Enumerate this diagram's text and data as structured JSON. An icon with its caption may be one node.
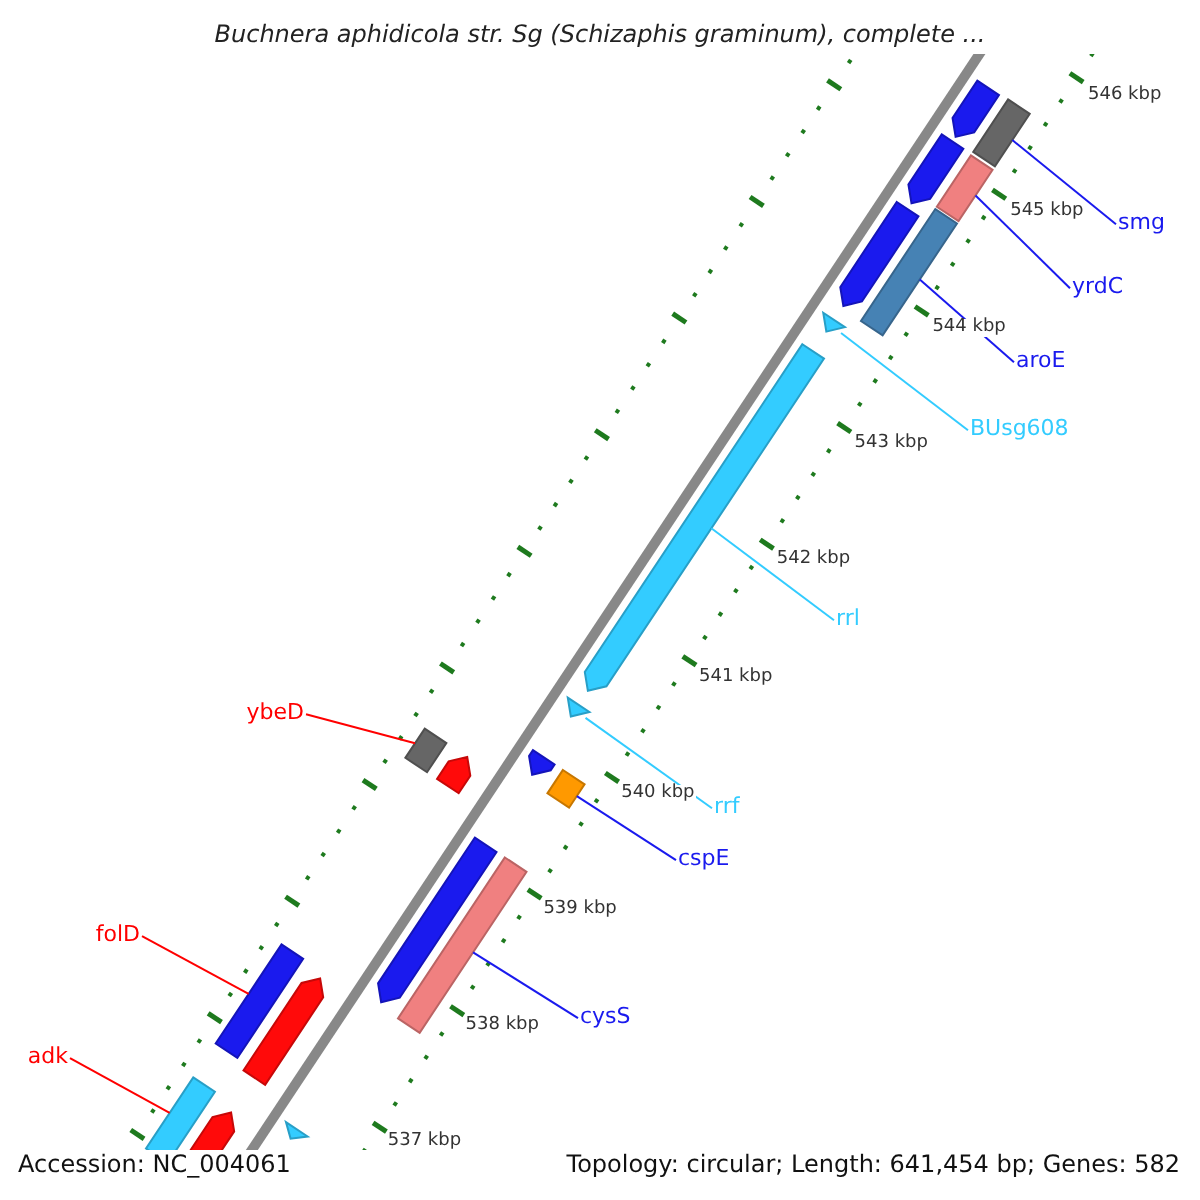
{
  "diagram": {
    "title": "Buchnera aphidicola str. Sg (Schizaphis graminum), complete ...",
    "nodes": [
      {
        "text": [
          "smg"
        ]
      },
      {
        "text": [
          "yrdC"
        ]
      },
      {
        "text": [
          "aroE"
        ]
      },
      {
        "text": [
          "BUsg608"
        ]
      },
      {
        "text": [
          "rrl"
        ]
      },
      {
        "text": [
          "ybeD"
        ]
      },
      {
        "text": [
          "rrf"
        ]
      },
      {
        "text": [
          "cspE"
        ]
      },
      {
        "text": [
          "cysS"
        ]
      },
      {
        "text": [
          "folD"
        ]
      },
      {
        "text": [
          "adk"
        ]
      },
      {
        "text": [],
        "shape": "bar"
      },
      {
        "text": [],
        "shape": "bar"
      },
      {
        "text": [],
        "shape": "bar"
      },
      {
        "text": [],
        "shape": "bar"
      },
      {
        "text": [],
        "shape": "bar"
      },
      {
        "text": [],
        "shape": "bar"
      },
      {
        "text": [],
        "shape": "bar"
      },
      {
        "text": [],
        "shape": "bar"
      },
      {
        "text": [],
        "shape": "bar"
      },
      {
        "text": [],
        "shape": "bar"
      },
      {
        "text": [],
        "shape": "bar"
      }
    ],
    "edges": [
      {
        "from": 0,
        "to": 11,
        "arrow": "none"
      },
      {
        "from": 1,
        "to": 12,
        "arrow": "none"
      },
      {
        "from": 2,
        "to": 13,
        "arrow": "none"
      },
      {
        "from": 3,
        "to": 14,
        "arrow": "none",
        "color": "#33ccff"
      },
      {
        "from": 4,
        "to": 15,
        "arrow": "none",
        "color": "#33ccff"
      },
      {
        "from": 5,
        "to": 16,
        "arrow": "none",
        "color": "#ff0000"
      },
      {
        "from": 6,
        "to": 17,
        "arrow": "none",
        "color": "#33ccff"
      },
      {
        "from": 7,
        "to": 18,
        "arrow": "none"
      },
      {
        "from": 8,
        "to": 19,
        "arrow": "none"
      },
      {
        "from": 9,
        "to": 20,
        "arrow": "none",
        "color": "#ff0000"
      },
      {
        "from": 10,
        "to": 21,
        "arrow": "none",
        "color": "#ff0000"
      }
    ],
    "labels": [
      "546 kbp",
      "545 kbp",
      "544 kbp",
      "543 kbp",
      "542 kbp",
      "541 kbp",
      "540 kbp",
      "539 kbp",
      "538 kbp",
      "537 kbp",
      "Accession: NC_004061",
      "Topology: circular; Length: 641,454 bp; Genes: 582"
    ]
  }
}
